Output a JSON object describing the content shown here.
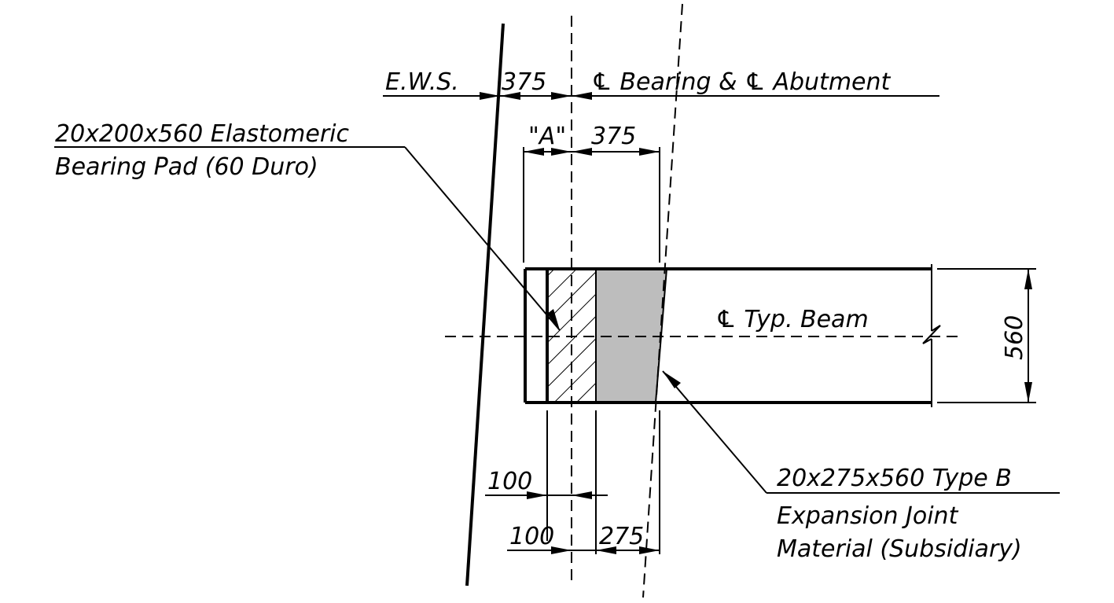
{
  "labels": {
    "ews": "E.W.S.",
    "dim_375_top": "375",
    "cl_bearing_abutment": "℄ Bearing & ℄ Abutment",
    "pad_line1": "20x200x560 Elastomeric",
    "pad_line2": "Bearing Pad (60 Duro)",
    "dim_a": "\"A\"",
    "dim_375": "375",
    "cl_beam": "℄ Typ. Beam",
    "dim_560": "560",
    "dim_100_a": "100",
    "dim_100_b": "100",
    "dim_275": "275",
    "joint_line1": "20x275x560 Type B",
    "joint_line2": "Expansion Joint",
    "joint_line3": "Material (Subsidiary)"
  },
  "colors": {
    "line": "#000000",
    "joint_fill": "#bdbdbd",
    "background": "#ffffff"
  }
}
